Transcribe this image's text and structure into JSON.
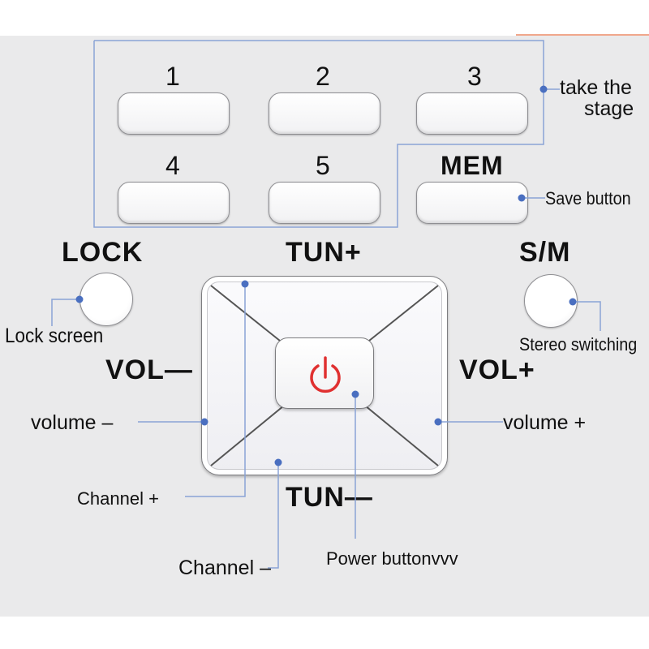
{
  "colors": {
    "leader": "#5b7fc4",
    "power_icon": "#e03030",
    "background": "#eaeaeb"
  },
  "preset_buttons": [
    "1",
    "2",
    "3",
    "4",
    "5",
    "MEM"
  ],
  "labels": {
    "lock": "LOCK",
    "sm": "S/M",
    "tun_plus": "TUN+",
    "tun_minus": "TUN—",
    "vol_minus": "VOL—",
    "vol_plus": "VOL+"
  },
  "annotations": {
    "take_the_stage_line1": "take the",
    "take_the_stage_line2": "stage",
    "save_button": "Save button",
    "lock_screen": "Lock screen",
    "stereo_switching": "Stereo switching",
    "volume_minus": "volume –",
    "volume_plus": "volume +",
    "channel_plus": "Channel +",
    "channel_minus": "Channel –",
    "power_button": "Power buttonvvv"
  },
  "icons": {
    "power": "power-icon"
  }
}
